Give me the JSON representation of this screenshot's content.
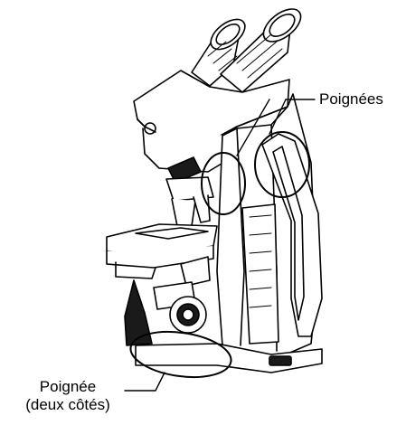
{
  "labels": {
    "handles": "Poignées",
    "handle_bottom_line1": "Poignée",
    "handle_bottom_line2": "(deux côtés)"
  },
  "colors": {
    "line": "#000000",
    "fill": "#ffffff",
    "shade": "#1a1a1a"
  }
}
